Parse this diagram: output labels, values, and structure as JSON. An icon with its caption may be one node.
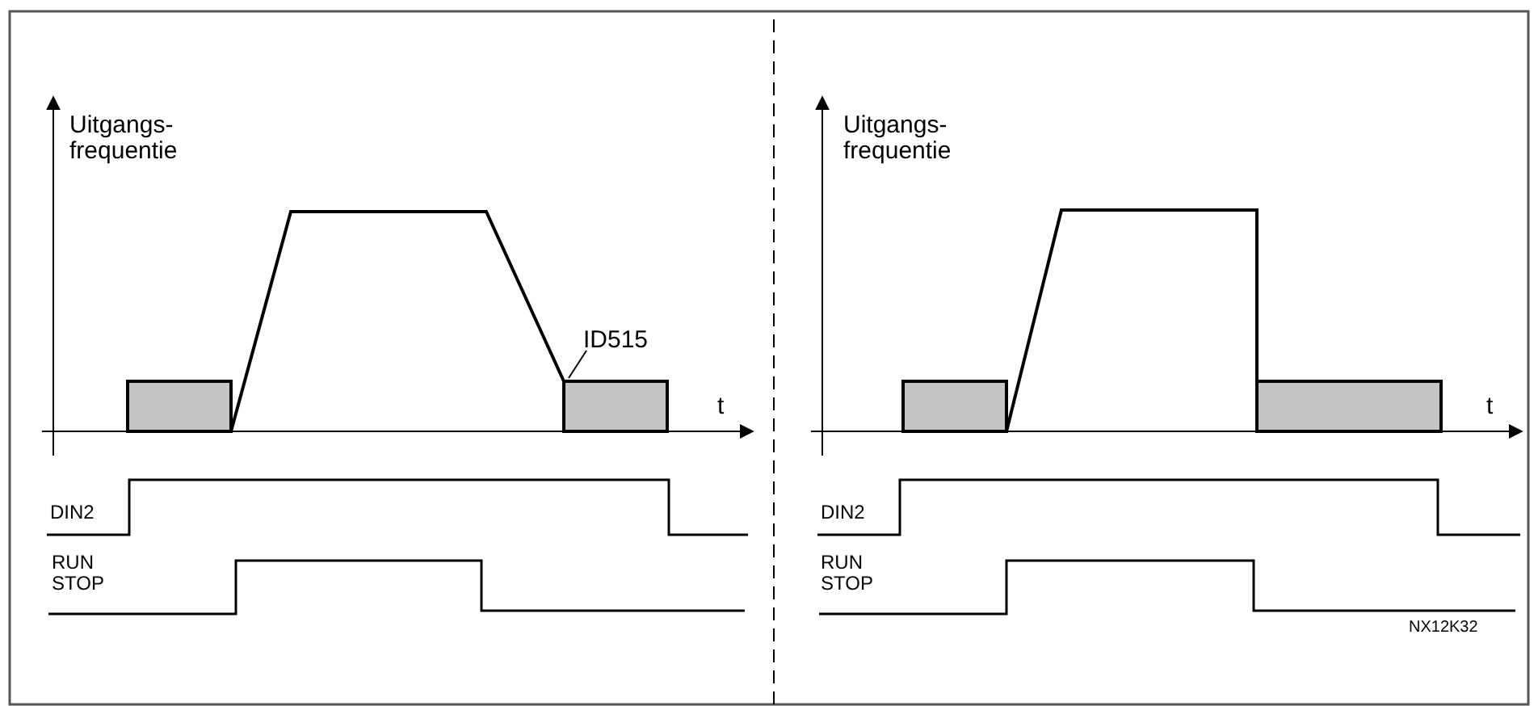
{
  "diagram": {
    "nodes": [
      {
        "text": [],
        "shape": "box"
      },
      {
        "text": [
          "ID515"
        ]
      },
      {
        "text": [],
        "shape": "box"
      },
      {
        "text": [],
        "shape": "box"
      },
      {
        "text": [],
        "shape": "box"
      }
    ],
    "edges": [
      {
        "from": 1,
        "to": 2,
        "arrow": "none"
      }
    ],
    "labels": [
      "Uitgangs- frequentie",
      "t",
      "DIN2",
      "RUN STOP",
      "Uitgangs- frequentie",
      "t",
      "DIN2",
      "RUN STOP",
      "NX12K32"
    ]
  }
}
